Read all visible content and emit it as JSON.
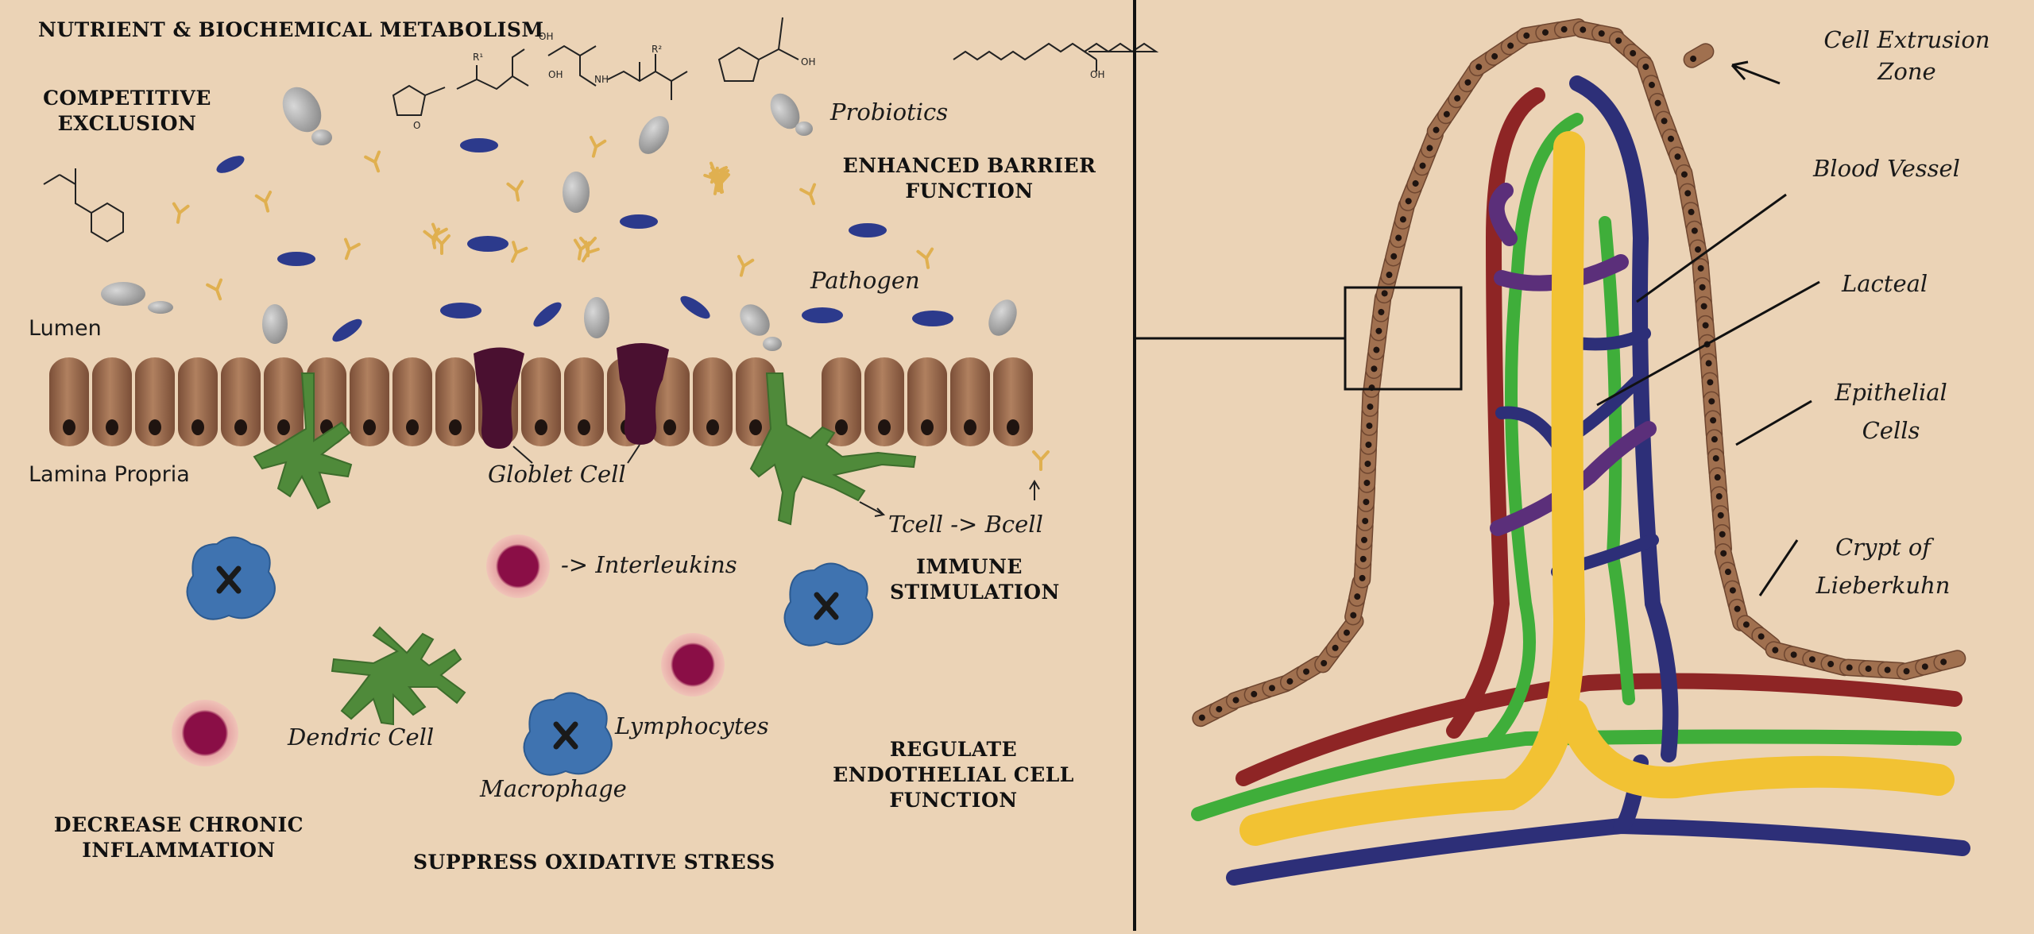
{
  "left_panel": {
    "headings": {
      "nutrient": "NUTRIENT & BIOCHEMICAL METABOLISM",
      "competitive_1": "COMPETITIVE",
      "competitive_2": "EXCLUSION",
      "barrier_1": "ENHANCED BARRIER",
      "barrier_2": "FUNCTION",
      "immune_1": "IMMUNE",
      "immune_2": "STIMULATION",
      "endothelial_1": "REGULATE",
      "endothelial_2": "ENDOTHELIAL CELL",
      "endothelial_3": "FUNCTION",
      "inflammation_1": "DECREASE CHRONIC",
      "inflammation_2": "INFLAMMATION",
      "oxidative": "SUPPRESS OXIDATIVE STRESS"
    },
    "labels": {
      "lumen": "Lumen",
      "lamina_propria": "Lamina Propria",
      "probiotics": "Probiotics",
      "pathogen": "Pathogen",
      "goblet_cell": "Globlet Cell",
      "tcell_bcell": "Tcell -> Bcell",
      "interleukins": "-> Interleukins",
      "dendric_cell": "Dendric Cell",
      "lymphocytes": "Lymphocytes",
      "macrophage": "Macrophage"
    },
    "molecule_labels": {
      "oh_1": "OH",
      "oh_2": "OH",
      "oh_3": "OH",
      "oh_4": "OH",
      "nh": "NH",
      "o": "O",
      "r1": "R¹",
      "r2": "R²"
    }
  },
  "right_panel": {
    "labels": {
      "cell_extrusion_1": "Cell Extrusion",
      "cell_extrusion_2": "Zone",
      "blood_vessel": "Blood Vessel",
      "lacteal": "Lacteal",
      "epithelial_1": "Epithelial",
      "epithelial_2": "Cells",
      "crypt_1": "Crypt of",
      "crypt_2": "Lieberkuhn"
    }
  },
  "colors": {
    "background": "#ebd3b6",
    "epithelial_cell": "#9c6b4e",
    "goblet_cell": "#4a1030",
    "pathogen": "#2c3a8c",
    "probiotic": "#a8a8a8",
    "antibody": "#e0b050",
    "dendritic_cell": "#4f8a3a",
    "macrophage": "#3f73b0",
    "lymphocyte": "#8a0e46",
    "artery": "#8e2525",
    "vein": "#2d2f78",
    "lacteal": "#f2c233",
    "lymph_green": "#3fae3a",
    "capillary_purple": "#5b2f7a"
  }
}
